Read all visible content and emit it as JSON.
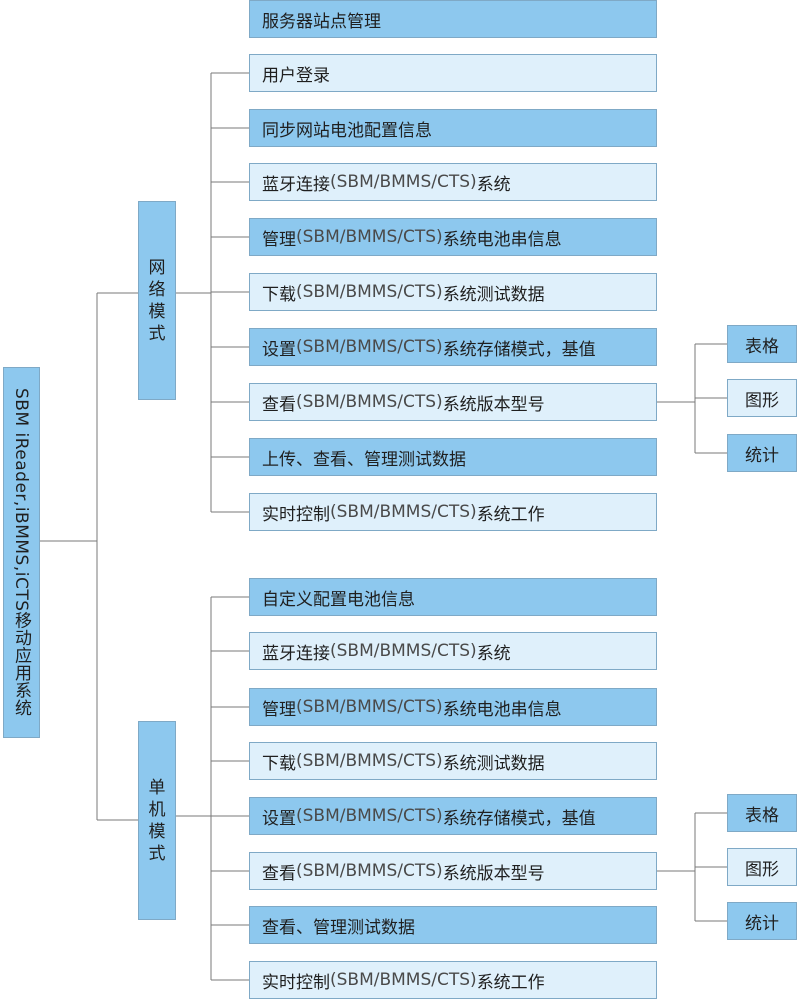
{
  "root": {
    "label": "SBM iReader,iBMMS,iCTS移动应用系统"
  },
  "modes": [
    {
      "label": "网络模式",
      "items": [
        {
          "pre": "服务器站点管理"
        },
        {
          "pre": "用户登录"
        },
        {
          "pre": "同步网站电池配置信息"
        },
        {
          "pre": "蓝牙连接",
          "tag": "(SBM/BMMS/CTS)",
          "post": "系统"
        },
        {
          "pre": "管理",
          "tag": "(SBM/BMMS/CTS)",
          "post": "系统电池串信息"
        },
        {
          "pre": "下载",
          "tag": "(SBM/BMMS/CTS)",
          "post": "系统测试数据"
        },
        {
          "pre": "设置",
          "tag": "(SBM/BMMS/CTS)",
          "post": "系统存储模式，基值"
        },
        {
          "pre": "查看",
          "tag": "(SBM/BMMS/CTS)",
          "post": "系统版本型号"
        },
        {
          "pre": "上传、查看、管理测试数据"
        },
        {
          "pre": "实时控制",
          "tag": "(SBM/BMMS/CTS)",
          "post": "系统工作"
        }
      ],
      "sub_items": [
        "表格",
        "图形",
        "统计"
      ]
    },
    {
      "label": "单机模式",
      "items": [
        {
          "pre": "自定义配置电池信息"
        },
        {
          "pre": "蓝牙连接",
          "tag": "(SBM/BMMS/CTS)",
          "post": "系统"
        },
        {
          "pre": "管理",
          "tag": "(SBM/BMMS/CTS)",
          "post": "系统电池串信息"
        },
        {
          "pre": "下载",
          "tag": "(SBM/BMMS/CTS)",
          "post": "系统测试数据"
        },
        {
          "pre": "设置",
          "tag": "(SBM/BMMS/CTS)",
          "post": "系统存储模式，基值"
        },
        {
          "pre": "查看",
          "tag": "(SBM/BMMS/CTS)",
          "post": "系统版本型号"
        },
        {
          "pre": "查看、管理测试数据"
        },
        {
          "pre": "实时控制",
          "tag": "(SBM/BMMS/CTS)",
          "post": "系统工作"
        }
      ],
      "sub_items": [
        "表格",
        "图形",
        "统计"
      ]
    }
  ],
  "colors": {
    "dark_fill": "#8dc8ee",
    "light_fill": "#dff0fb",
    "border": "#7fa9c6",
    "line": "#7a7a7a"
  }
}
